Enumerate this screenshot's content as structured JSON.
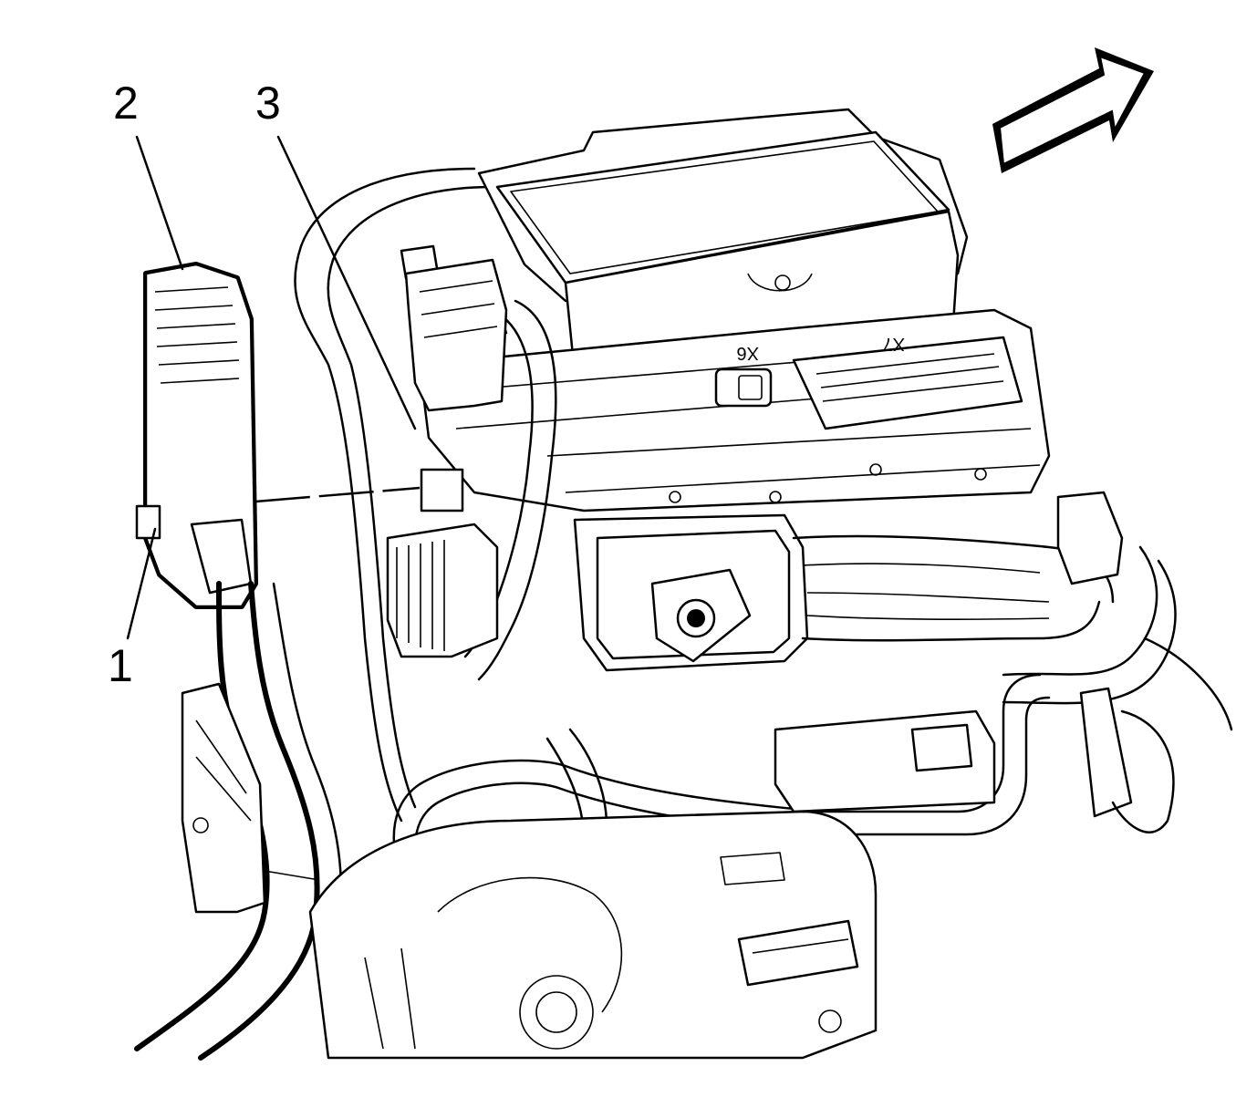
{
  "callouts": {
    "c1": "1",
    "c2": "2",
    "c3": "3"
  },
  "parts": {
    "x6": "X6",
    "x7": "X7"
  },
  "icons": {
    "direction_arrow": "front-direction-arrow-icon"
  },
  "colors": {
    "line": "#000000",
    "background": "#ffffff"
  }
}
